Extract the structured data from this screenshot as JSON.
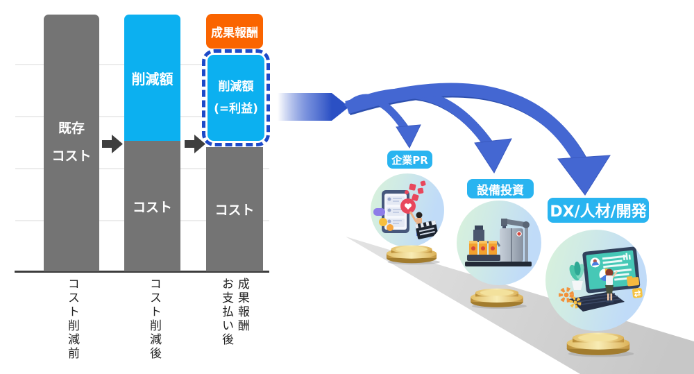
{
  "bar_chart": {
    "bars": [
      {
        "name": "before-reduction",
        "body_label": "既存\nコスト",
        "axis_label": "コスト削減前"
      },
      {
        "name": "after-reduction",
        "saving_label": "削減額",
        "cost_label": "コスト",
        "axis_label": "コスト削減後"
      },
      {
        "name": "after-fee-payment",
        "fee_label": "成果報酬",
        "profit_label": "削減額\n(=利益)",
        "cost_label": "コスト",
        "axis_label": "成果報酬\nお支払い後"
      }
    ]
  },
  "reinvestment": {
    "items": [
      {
        "label": "企業PR",
        "illustration": "social-media-pr"
      },
      {
        "label": "設備投資",
        "illustration": "factory-equipment"
      },
      {
        "label": "DX/人材/開発",
        "illustration": "dx-hr-development"
      }
    ]
  },
  "colors": {
    "cost_gray": "#747474",
    "saving_blue": "#0cb0f0",
    "fee_orange": "#fa6400",
    "profit_border_navy": "#1c49c8",
    "flow_arrow_blue": "#4467d2",
    "label_pill_cyan": "#29b4f0",
    "coin_gold": "#e9c96e",
    "road_gray": "#d4d4d4",
    "axis_dark": "#3c3c3c"
  },
  "icons": {
    "step_arrow": "right-arrow",
    "flow_arrow": "curved-down-arrow",
    "coin": "gold-coin"
  }
}
